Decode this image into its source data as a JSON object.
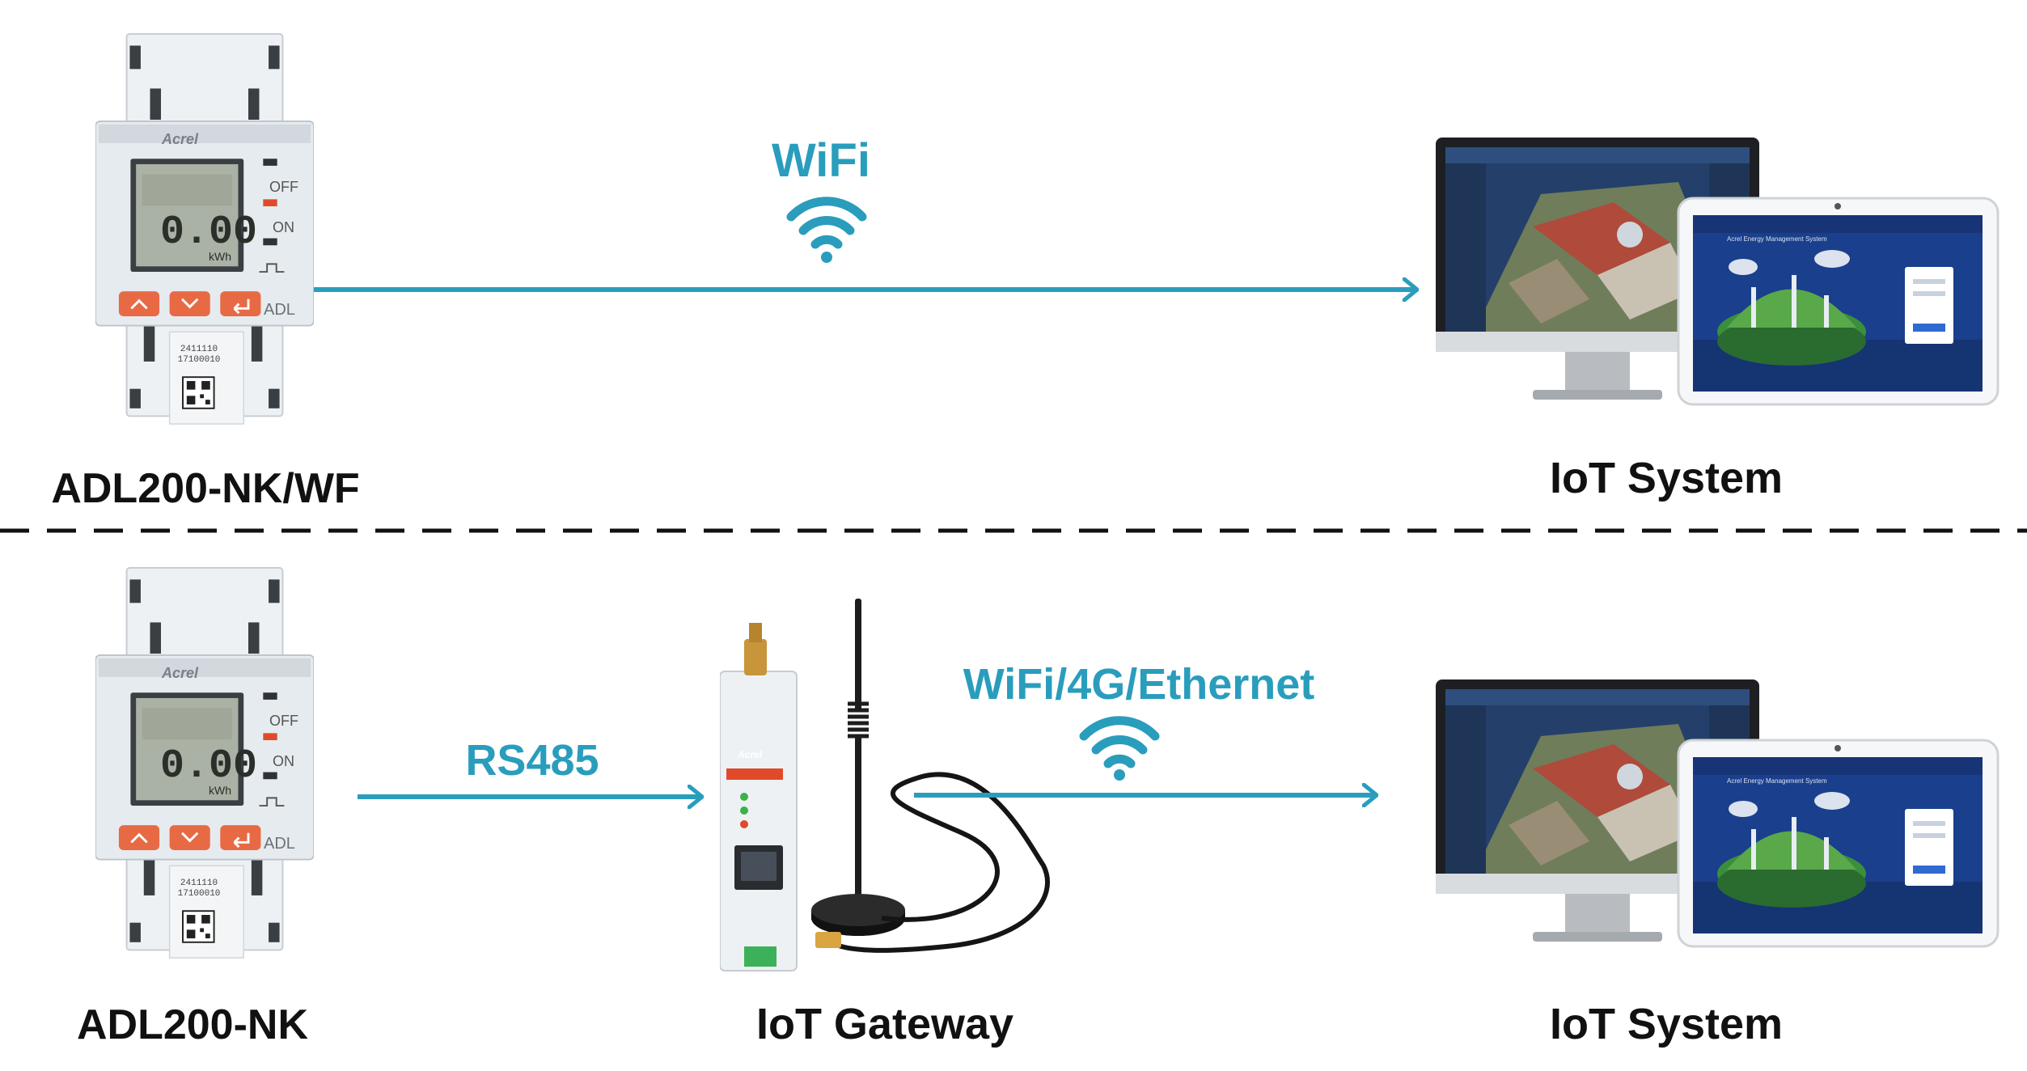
{
  "top_row": {
    "meter": {
      "model": "ADL200-NK/WF",
      "brand": "Acrel",
      "reading": "0.00",
      "unit": "kWh",
      "indicator_off": "OFF",
      "indicator_on": "ON",
      "series": "ADL",
      "serial_line1": "2411110",
      "serial_line2": "17100010"
    },
    "link_label": "WiFi",
    "system_label": "IoT System",
    "tablet_title": "Acrel Energy Management System"
  },
  "bottom_row": {
    "meter": {
      "model": "ADL200-NK",
      "brand": "Acrel",
      "reading": "0.00",
      "unit": "kWh",
      "indicator_off": "OFF",
      "indicator_on": "ON",
      "series": "ADL",
      "serial_line1": "2411110",
      "serial_line2": "17100010"
    },
    "link1_label": "RS485",
    "gateway_label": "IoT Gateway",
    "gateway_brand": "Acrel",
    "link2_label": "WiFi/4G/Ethernet",
    "system_label": "IoT System",
    "tablet_title": "Acrel Energy Management System"
  },
  "colors": {
    "link": "#2a9dbd",
    "text": "#111111",
    "meter_body": "#e6ebef",
    "lcd": "#aab1a5",
    "button": "#e86a45",
    "screen": "#1a3f8c"
  }
}
